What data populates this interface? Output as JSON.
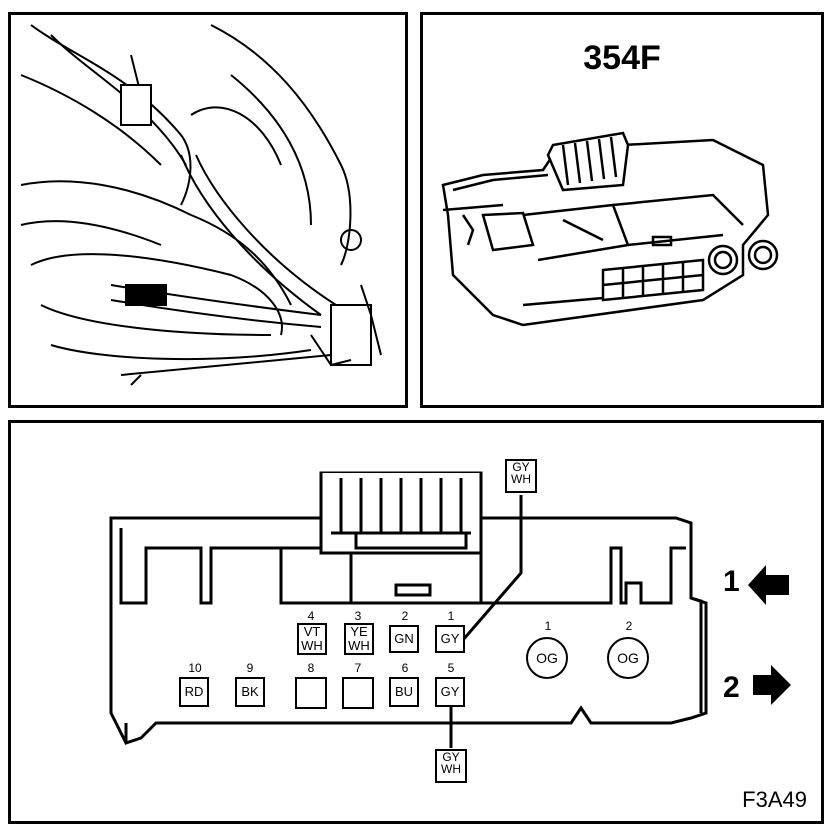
{
  "connector_title": "354F",
  "figure_code": "F3A49",
  "views": {
    "view_1": "1",
    "view_2": "2"
  },
  "top_row_pins": [
    {
      "num": "4",
      "line1": "VT",
      "line2": "WH"
    },
    {
      "num": "3",
      "line1": "YE",
      "line2": "WH"
    },
    {
      "num": "2",
      "line1": "GN",
      "line2": ""
    },
    {
      "num": "1",
      "line1": "GY",
      "line2": ""
    }
  ],
  "bottom_row_pins": [
    {
      "num": "10",
      "label": "RD"
    },
    {
      "num": "9",
      "label": "BK"
    },
    {
      "num": "8",
      "label": ""
    },
    {
      "num": "7",
      "label": ""
    },
    {
      "num": "6",
      "label": "BU"
    },
    {
      "num": "5",
      "label": "GY"
    }
  ],
  "round_pins": [
    {
      "num": "1",
      "label": "OG"
    },
    {
      "num": "2",
      "label": "OG"
    }
  ],
  "wire_tags": {
    "top": {
      "line1": "GY",
      "line2": "WH"
    },
    "bottom": {
      "line1": "GY",
      "line2": "WH"
    }
  }
}
